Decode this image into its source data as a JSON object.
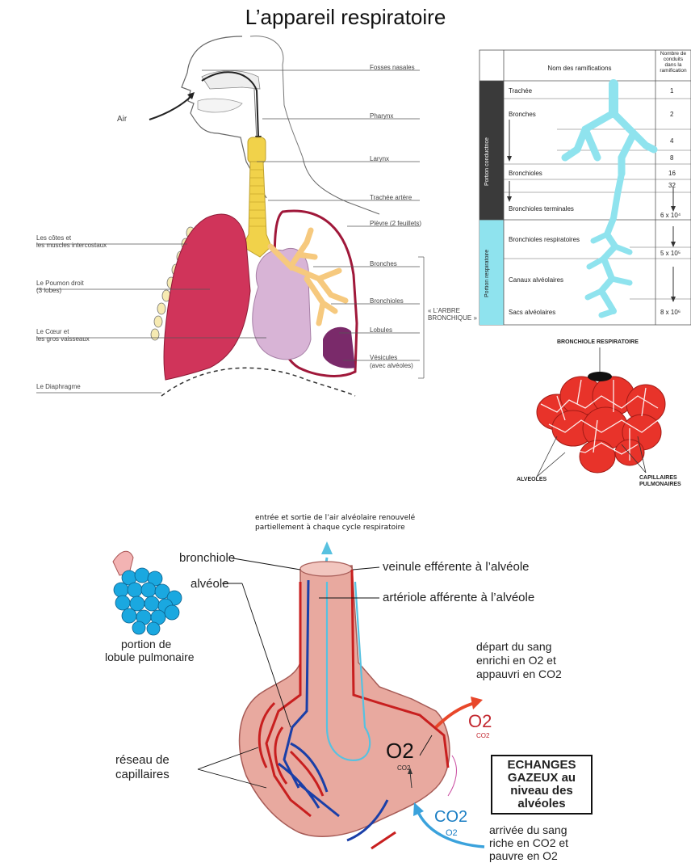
{
  "title": "L’appareil respiratoire",
  "anatomy": {
    "right_labels": [
      "Fosses nasales",
      "Pharynx",
      "Larynx",
      "Trachée artère",
      "Plèvre (2 feuillets)",
      "Bronches",
      "Bronchioles",
      "Lobules",
      "Vésicules",
      "(avec alvéoles)"
    ],
    "left_labels": [
      "Les côtes et",
      "les muscles intercostaux",
      "Le Poumon droit",
      "(3 lobes)",
      "Le Cœur et",
      "les gros vaisseaux",
      "Le Diaphragme"
    ],
    "air": "Air",
    "bracket": [
      "« L’ARBRE",
      "BRONCHIQUE »"
    ]
  },
  "table": {
    "col_header_name": "Nom des ramifications",
    "col_header_count": [
      "Nombre de",
      "conduits",
      "dans la",
      "ramification"
    ],
    "section_conductrice": "Portion conductrice",
    "section_respiratoire": "Portion respiratoire",
    "rows": [
      "Trachée",
      "Bronches",
      "Bronchioles",
      "Bronchioles terminales",
      "Bronchioles respiratoires",
      "Canaux alvéolaires",
      "Sacs alvéolaires"
    ],
    "counts": [
      "1",
      "2",
      "4",
      "8",
      "16",
      "32",
      "6 x 10⁴",
      "5 x 10⁵",
      "8 x 10⁶"
    ]
  },
  "alveoli_inset": {
    "top_label": "BRONCHIOLE RESPIRATOIRE",
    "left_label": "ALVEOLES",
    "right_label": [
      "CAPILLAIRES",
      "PULMONAIRES"
    ]
  },
  "bottom": {
    "air_note": [
      "entrée et sortie de l’air alvéolaire renouvelé",
      "partiellement à chaque cycle respiratoire"
    ],
    "bronchiole": "bronchiole",
    "alveole": "alvéole",
    "portion": [
      "portion de",
      "lobule pulmonaire"
    ],
    "veinule": "veinule efférente à l’alvéole",
    "arteriole": "artériole afférente à l’alvéole",
    "depart": [
      "départ du sang",
      "enrichi en O2 et",
      "appauvri en CO2"
    ],
    "reseau": [
      "réseau de",
      "capillaires"
    ],
    "echanges": [
      "ECHANGES",
      "GAZEUX au",
      "niveau des",
      "alvéoles"
    ],
    "arrivee": [
      "arrivée du sang",
      "riche en CO2 et",
      "pauvre en O2"
    ],
    "o2": "O2",
    "co2": "CO2",
    "o2_center": "O2",
    "co2_center": "CO2",
    "o2_red": "O2",
    "co2_red_small": "CO2",
    "co2_blue": "CO2",
    "o2_blue_small": "O2"
  },
  "colors": {
    "lung": "#d0345a",
    "trachea": "#f1d24a",
    "heart": "#d8b4d6",
    "bronchi": "#f6c97e",
    "table_tree": "#8fe3ee",
    "alveoli_red": "#e8332a",
    "cell_blue": "#1aa8e0"
  }
}
